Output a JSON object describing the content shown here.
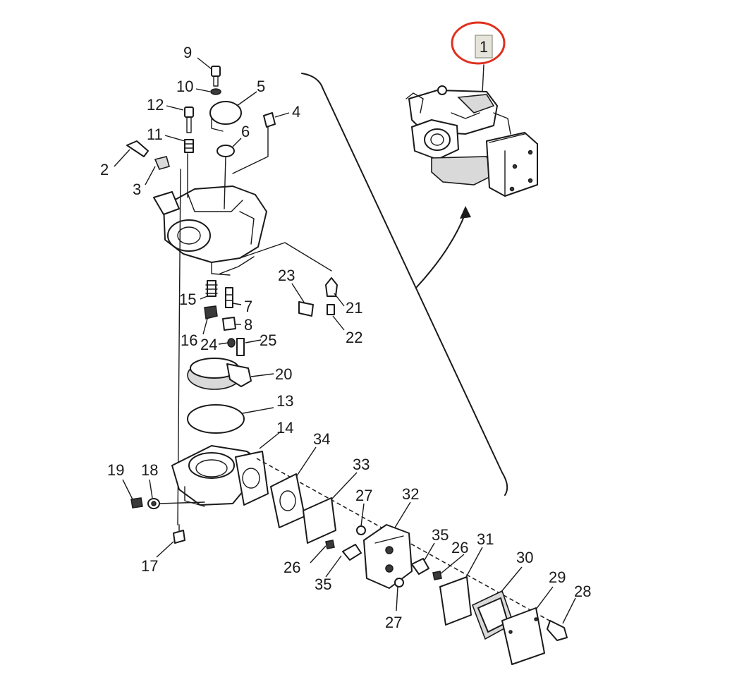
{
  "figure": {
    "assembly_label": "1",
    "highlight_color": "#e0301e",
    "label_box_color": "#e6e4da"
  },
  "parts": [
    {
      "number": "2"
    },
    {
      "number": "3"
    },
    {
      "number": "4"
    },
    {
      "number": "5"
    },
    {
      "number": "6"
    },
    {
      "number": "7"
    },
    {
      "number": "8"
    },
    {
      "number": "9"
    },
    {
      "number": "10"
    },
    {
      "number": "11"
    },
    {
      "number": "12"
    },
    {
      "number": "13"
    },
    {
      "number": "14"
    },
    {
      "number": "15"
    },
    {
      "number": "16"
    },
    {
      "number": "17"
    },
    {
      "number": "18"
    },
    {
      "number": "19"
    },
    {
      "number": "20"
    },
    {
      "number": "21"
    },
    {
      "number": "22"
    },
    {
      "number": "23"
    },
    {
      "number": "24"
    },
    {
      "number": "25"
    },
    {
      "number": "26"
    },
    {
      "number": "26"
    },
    {
      "number": "27"
    },
    {
      "number": "27"
    },
    {
      "number": "28"
    },
    {
      "number": "29"
    },
    {
      "number": "30"
    },
    {
      "number": "31"
    },
    {
      "number": "32"
    },
    {
      "number": "33"
    },
    {
      "number": "34"
    },
    {
      "number": "35"
    },
    {
      "number": "35"
    }
  ]
}
